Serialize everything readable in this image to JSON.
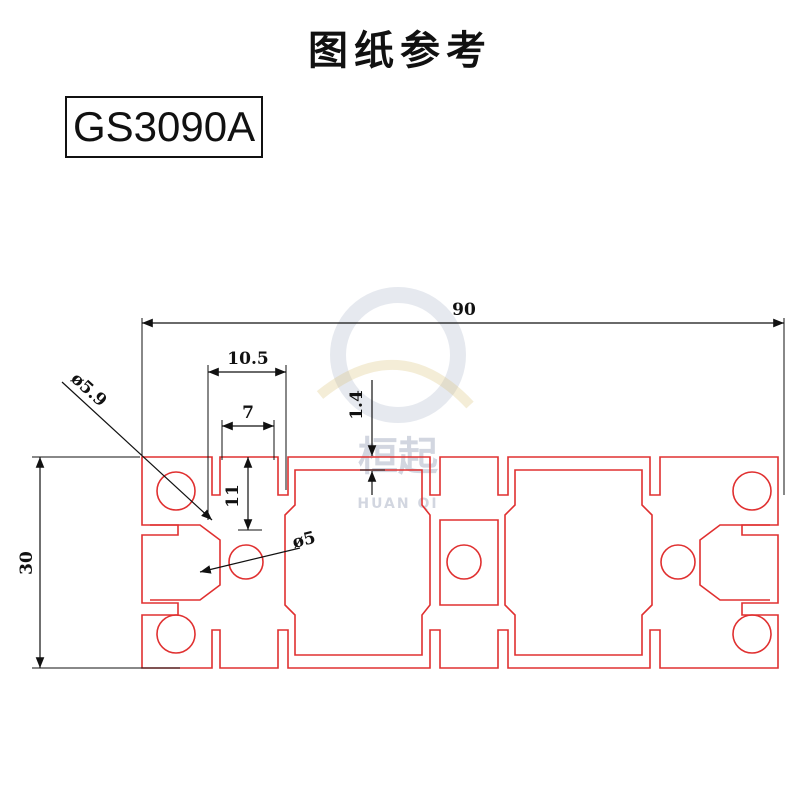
{
  "title": "图纸参考",
  "model": "GS3090A",
  "watermark": {
    "brand_cn": "桓起",
    "brand_en": "HUAN QI"
  },
  "dimensions": {
    "width": "90",
    "height": "30",
    "slot_outer": "10.5",
    "slot_inner": "7",
    "wall": "1.4",
    "slot_depth": "11",
    "hole_large": "ø5.9",
    "hole_small": "ø5"
  },
  "colors": {
    "profile": "#e03030",
    "lines": "#111111",
    "watermark": "#7f8da8"
  }
}
